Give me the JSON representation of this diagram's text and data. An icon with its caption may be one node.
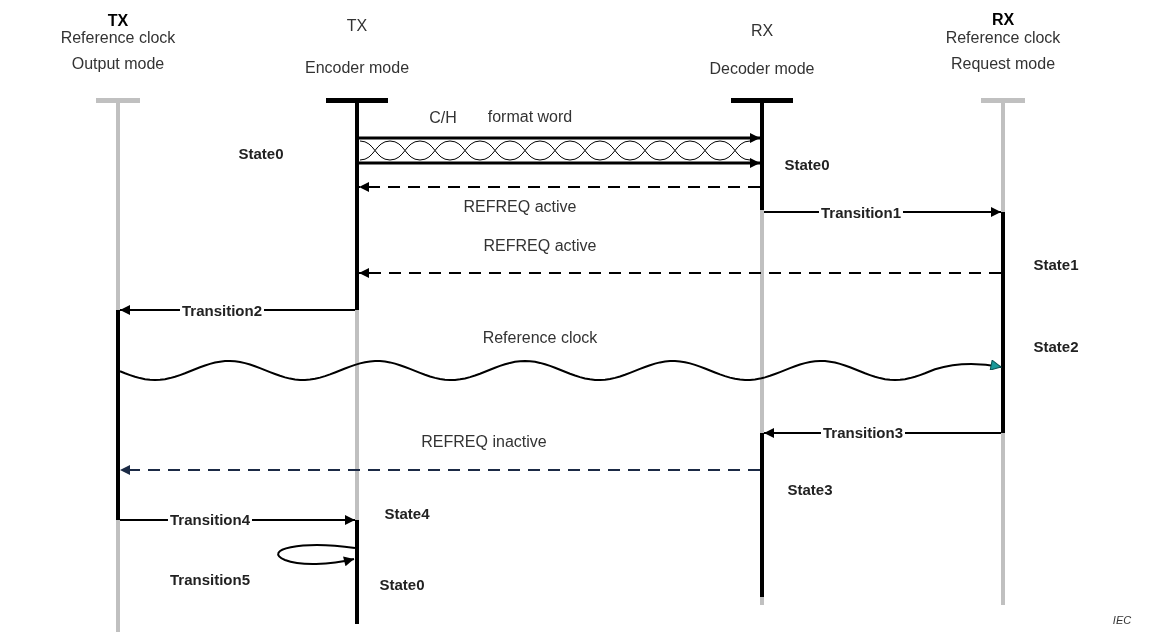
{
  "diagram": {
    "nodes": [
      {
        "text": [
          "TX",
          "Reference clock Output mode"
        ]
      },
      {
        "text": [
          "TX",
          "Encoder mode"
        ]
      },
      {
        "text": [
          "RX",
          "Decoder mode"
        ]
      },
      {
        "text": [
          "RX",
          "Reference clock Request mode"
        ]
      },
      {
        "text": [],
        "shape": "bar",
        "in": 1
      },
      {
        "text": [],
        "shape": "bar",
        "in": 2,
        "beside": [
          "State0"
        ]
      },
      {
        "text": [],
        "shape": "bar",
        "in": 3,
        "beside": [
          "State1",
          "State2"
        ]
      },
      {
        "text": [],
        "shape": "bar",
        "in": 0
      },
      {
        "text": [],
        "shape": "bar",
        "in": 2,
        "beside": [
          "State3"
        ]
      },
      {
        "text": [],
        "shape": "bar",
        "in": 1,
        "beside": [
          "State4",
          "State0"
        ]
      }
    ],
    "edges": [
      {
        "from": 4,
        "to": 5,
        "arrow": "to"
      },
      {
        "from": 4,
        "to": 5,
        "arrow": "to"
      },
      {
        "from": 5,
        "to": 4,
        "arrow": "to",
        "style": "dashed",
        "label": "REFREQ active"
      },
      {
        "from": 5,
        "to": 6,
        "arrow": "to",
        "label": "Transition1"
      },
      {
        "from": 6,
        "to": 4,
        "arrow": "to",
        "style": "dashed",
        "label": "REFREQ active"
      },
      {
        "from": 4,
        "to": 7,
        "arrow": "to",
        "label": "Transition2"
      },
      {
        "from": 7,
        "to": 6,
        "arrow": "to",
        "label": "Reference clock"
      },
      {
        "from": 6,
        "to": 8,
        "arrow": "to",
        "label": "Transition3"
      },
      {
        "from": 8,
        "to": 7,
        "arrow": "to",
        "style": "dashed",
        "color": "#1b2a45",
        "label": "REFREQ inactive"
      },
      {
        "from": 7,
        "to": 9,
        "arrow": "to",
        "label": "Transition4"
      },
      {
        "from": 9,
        "to": 9,
        "arrow": "to",
        "label": "Transition5"
      }
    ],
    "labels": [
      "C/H",
      "format word",
      "State0",
      "IEC"
    ]
  }
}
